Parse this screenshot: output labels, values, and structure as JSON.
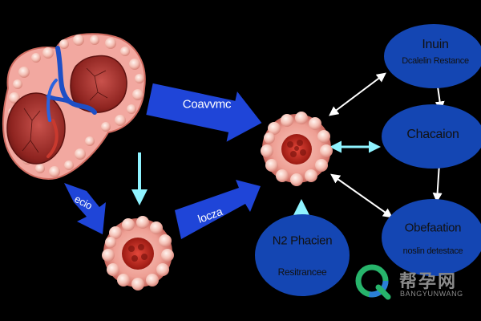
{
  "colors": {
    "background": "#000000",
    "oval_fill": "#1446b3",
    "arrow_fill": "#1f45d8",
    "cyan_arrow": "#8ff3ff",
    "white_arrow": "#ffffff",
    "tissue_pink": "#f2a8a0",
    "tissue_dark": "#b3271d",
    "watermark_green": "#27b46b"
  },
  "labels": {
    "arrow_top": "Coavvmc",
    "arrow_left": "ecio",
    "arrow_bottom": "locza"
  },
  "nodes": {
    "inuin": {
      "title": "Inuin",
      "subtitle": "Dcalelin Restance"
    },
    "chacaion": {
      "title": "Chacaion"
    },
    "obefaation": {
      "title": "Obefaation",
      "subtitle": "noslin detestace"
    },
    "n2": {
      "title": "N2 Phacien",
      "subtitle": "Resitrancee"
    }
  },
  "watermark": {
    "chinese": "帮孕网",
    "latin": "BANGYUNWANG"
  },
  "icons": [
    "liver-illustration",
    "cell-cluster-icon",
    "arrow-icon",
    "watermark-logo-icon"
  ]
}
